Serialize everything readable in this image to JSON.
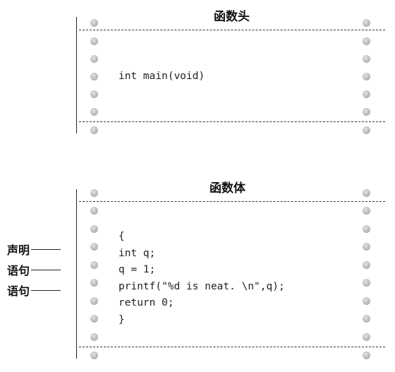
{
  "header_panel": {
    "title": "函数头",
    "code_lines": [
      "int main(void)"
    ]
  },
  "body_panel": {
    "title": "函数体",
    "code_lines": [
      "{",
      "int q;",
      "q = 1;",
      "printf(\"%d is neat. \\n\",q);",
      "return 0;",
      "}"
    ]
  },
  "annotations": [
    {
      "label": "声明",
      "target_line": 1
    },
    {
      "label": "语句",
      "target_line": 2
    },
    {
      "label": "语句",
      "target_line": 3
    }
  ]
}
